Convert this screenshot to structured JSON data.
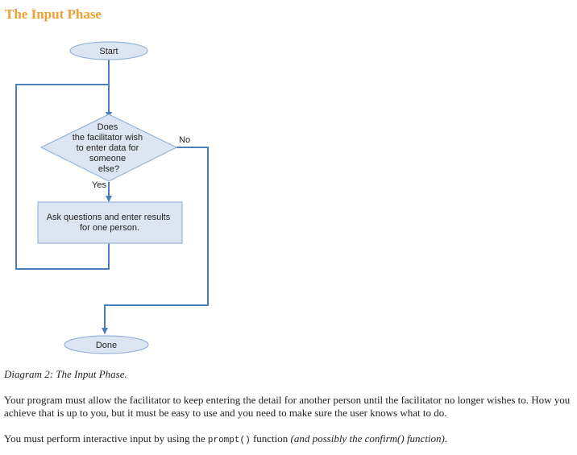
{
  "page": {
    "title": "The Input Phase"
  },
  "diagram": {
    "start_label": "Start",
    "decision_lines": [
      "Does",
      "the facilitator wish",
      "to enter data for",
      "someone",
      "else?"
    ],
    "yes_label": "Yes",
    "no_label": "No",
    "process_lines": [
      "Ask questions and enter results",
      "for one person."
    ],
    "end_label": "Done",
    "colors": {
      "shape_fill": "#dce6f2",
      "shape_stroke": "#95b3d7",
      "connector": "#4a7ebb"
    }
  },
  "caption": "Diagram 2: The Input Phase.",
  "paragraph_1": "Your program must allow the facilitator to keep entering the detail for another person until the facilitator no longer wishes to. How you achieve that is up to you, but it must be easy to use and you need to make sure the user knows what to do.",
  "paragraph_2": {
    "before": "You must perform interactive input by using the ",
    "code": "prompt()",
    "after": " function ",
    "italic": "(and possibly the confirm() function)."
  }
}
